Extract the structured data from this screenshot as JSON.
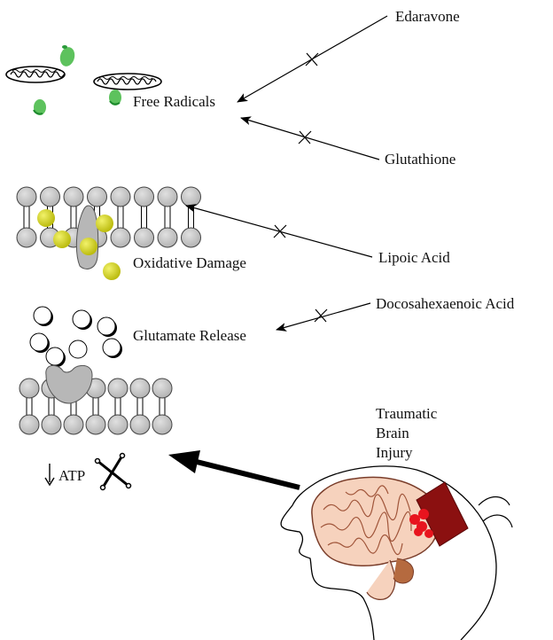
{
  "labels": {
    "free_radicals": "Free Radicals",
    "oxidative_damage": "Oxidative Damage",
    "glutamate_release": "Glutamate Release",
    "atp": "ATP",
    "tbi_line1": "Traumatic",
    "tbi_line2": "Brain",
    "tbi_line3": "Injury"
  },
  "treatments": [
    {
      "name": "Edaravone",
      "target": "free_radicals"
    },
    {
      "name": "Glutathione",
      "target": "free_radicals"
    },
    {
      "name": "Lipoic Acid",
      "target": "oxidative_damage"
    },
    {
      "name": "Docosahexaenoic Acid",
      "target": "glutamate_release"
    }
  ],
  "colors": {
    "membrane_head": "#c8c8c8",
    "radical_green": "#5dc25d",
    "oxidant_yellow": "#cccc22",
    "brain_pink": "#f6d2bd",
    "impact_red": "#e8141e",
    "impact_block": "#8b1010"
  }
}
